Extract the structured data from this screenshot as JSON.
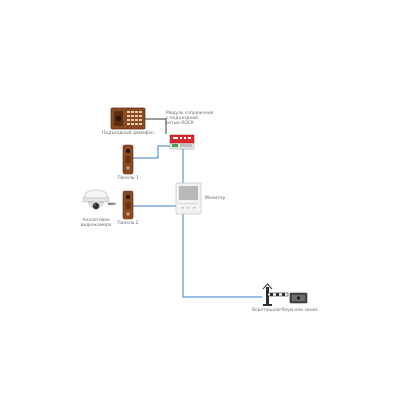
{
  "labels": {
    "podyezdny_domofon": "Подъездный домофон",
    "modul_line1": "Модуль сопряжения",
    "modul_line2": "с подъездной",
    "modul_line3": "сетью КОСК",
    "panel1": "Панель 1",
    "panel2": "Панель 2",
    "ili": "или",
    "camera_line1": "Аналоговая",
    "camera_line2": "видеокамера",
    "monitor": "Монитор",
    "gate": "Ворота/шлагбаум или замок"
  },
  "colors": {
    "wire_blue": "#3a7fd5",
    "wire_dark": "#3a3a3a",
    "bronze": "#8a4a22",
    "bronze_dark": "#5c2e12",
    "module_red": "#d9272e",
    "monitor_bg": "#f2f2f2",
    "screen": "#b8b8b8"
  },
  "icons": {
    "domofon": "intercom-panel-icon",
    "module": "interface-module-icon",
    "panel1": "door-panel-icon",
    "panel2": "door-panel-icon",
    "camera": "dome-camera-icon",
    "monitor": "video-monitor-icon",
    "barrier": "barrier-gate-icon",
    "lock": "electric-lock-icon"
  }
}
